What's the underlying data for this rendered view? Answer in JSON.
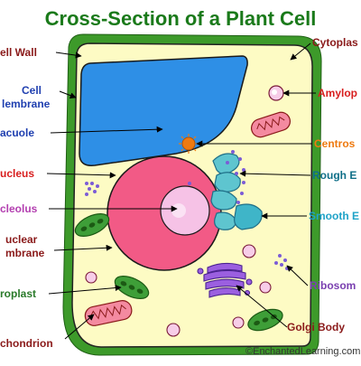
{
  "title": "Cross-Section of a Plant Cell",
  "credit": "©EnchantedLearning.com",
  "colors": {
    "title": "#1a7a1a",
    "cell_wall": "#3d9a2a",
    "cytoplasm": "#fdfbc4",
    "vacuole": "#2e8fe6",
    "nucleus": "#f25a86",
    "nucleolus": "#f6c2e6",
    "label_blue": "#1f3fb0",
    "label_maroon": "#8a1a1a",
    "label_red": "#d81e1e",
    "label_orange": "#ee7a10",
    "label_teal": "#0f6f88",
    "label_cyan": "#1fa3c8",
    "label_purple": "#7a40b0",
    "label_green": "#2a7a2a"
  },
  "labels": {
    "cell_wall": "ell Wall",
    "cell_membrane_1": "Cell",
    "cell_membrane_2": "lembrane",
    "vacuole": "acuole",
    "nucleus": "ucleus",
    "nucleolus": "cleolus",
    "nuclear_membrane_1": "uclear",
    "nuclear_membrane_2": "mbrane",
    "chloroplast": "roplast",
    "mitochondrion": "chondrion",
    "cytoplasm": "Cytoplas",
    "amyloplast": "Amylop",
    "centrosome": "Centros",
    "rough_er": "Rough E",
    "smooth_er": "Smooth E",
    "ribosomes": "Ribosom",
    "golgi_body": "Golgi Body"
  }
}
